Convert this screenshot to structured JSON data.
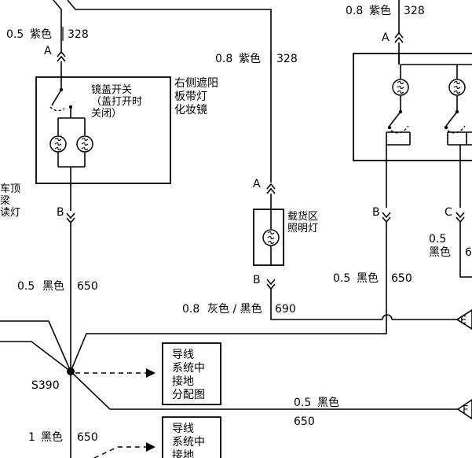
{
  "wires": {
    "top_left_size": "0.5",
    "top_left_color": "紫色",
    "top_left_circuit": "328",
    "mid_size": "0.8",
    "mid_color": "紫色",
    "mid_circuit": "328",
    "top_right_size": "0.8",
    "top_right_color": "紫色",
    "top_right_circuit": "328",
    "left_ground_size": "0.5",
    "left_ground_color": "黑色",
    "left_ground_circuit": "650",
    "right_ground_size": "0.5",
    "right_ground_color": "黑色",
    "right_ground_circuit": "650",
    "gray_size": "0.8",
    "gray_color": "灰色 / 黑色",
    "gray_circuit": "690",
    "far_right_size": "0.5",
    "far_right_color": "黑色",
    "far_right_circuit": "6",
    "bottom_mid_size": "0.5",
    "bottom_mid_color": "黑色",
    "bottom_mid_circuit": "650",
    "bottom_left_size": "1",
    "bottom_left_color": "黑色",
    "bottom_left_circuit": "650"
  },
  "connectors": {
    "a": "A",
    "b": "B",
    "c": "C",
    "e": "E",
    "f": "F"
  },
  "components": {
    "visor_mirror_title": [
      "右侧遮阳",
      "板带灯",
      "化妆镜"
    ],
    "visor_switch_label": [
      "镜盖开关",
      "（盖打开时",
      "关闭）"
    ],
    "cargo_lamp_label": [
      "载货区",
      "照明灯"
    ],
    "left_cut_label": [
      "车顶",
      "梁",
      "读灯"
    ]
  },
  "splice": "S390",
  "ground_ref": [
    "导线",
    "系统中",
    "接地",
    "分配图"
  ],
  "ground_ref_2": [
    "导线",
    "系统中",
    "接地"
  ]
}
